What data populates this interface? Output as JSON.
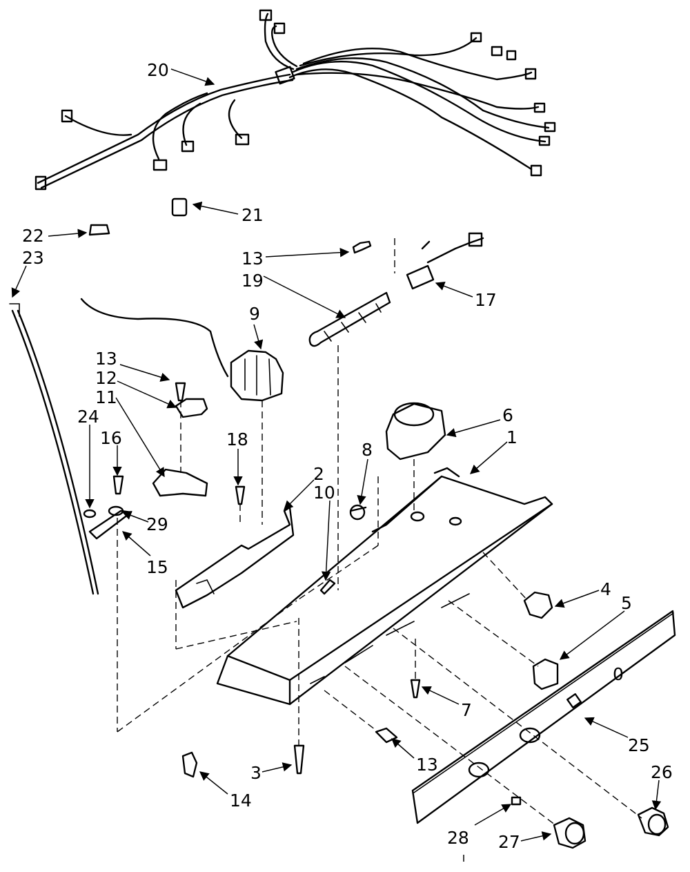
{
  "labels": {
    "l20": "20",
    "l21": "21",
    "l22": "22",
    "l23": "23",
    "l13a": "13",
    "l19": "19",
    "l17": "17",
    "l9": "9",
    "l13b": "13",
    "l12": "12",
    "l11": "11",
    "l24": "24",
    "l16": "16",
    "l18": "18",
    "l2": "2",
    "l10": "10",
    "l8": "8",
    "l6": "6",
    "l1": "1",
    "l29": "29",
    "l15": "15",
    "l4": "4",
    "l5": "5",
    "l7": "7",
    "l25": "25",
    "l13c": "13",
    "l26": "26",
    "l3": "3",
    "l14": "14",
    "l28": "28",
    "l27": "27",
    "l0": "0"
  }
}
